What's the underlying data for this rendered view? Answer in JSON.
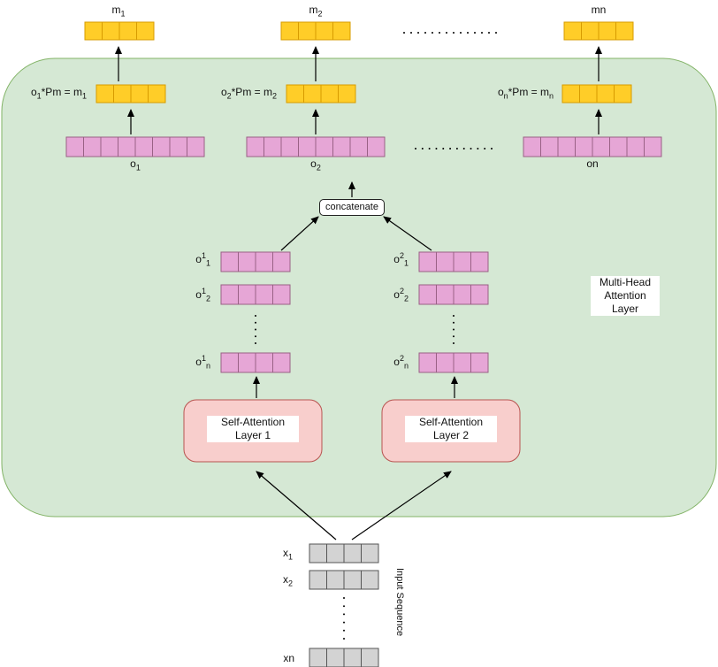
{
  "diagram": {
    "container_label": "Multi-Head Attention Layer",
    "container_label_lines": [
      "Multi-Head",
      "Attention",
      "Layer"
    ],
    "layers": [
      {
        "line1": "Self-Attention",
        "line2": "Layer 1"
      },
      {
        "line1": "Self-Attention",
        "line2": "Layer 2"
      }
    ],
    "concatenate": "concatenate",
    "input_label": "Input Sequence",
    "inputs": [
      {
        "base": "x",
        "sub": "1"
      },
      {
        "base": "x",
        "sub": "2"
      },
      {
        "base": "xn",
        "sub": ""
      }
    ],
    "head1_outputs": [
      {
        "base": "o",
        "sup": "1",
        "sub": "1"
      },
      {
        "base": "o",
        "sup": "1",
        "sub": "2"
      },
      {
        "base": "o",
        "sup": "1",
        "sub": "n"
      }
    ],
    "head2_outputs": [
      {
        "base": "o",
        "sup": "2",
        "sub": "1"
      },
      {
        "base": "o",
        "sup": "2",
        "sub": "2"
      },
      {
        "base": "o",
        "sup": "2",
        "sub": "n"
      }
    ],
    "concat_outputs": [
      {
        "base": "o",
        "sub": "1"
      },
      {
        "base": "o",
        "sub": "2"
      },
      {
        "base": "on",
        "sub": ""
      }
    ],
    "projections": [
      {
        "o": "o",
        "o_sub": "1",
        "mid": "*Pm = m",
        "m_sub": "1"
      },
      {
        "o": "o",
        "o_sub": "2",
        "mid": "*Pm = m",
        "m_sub": "2"
      },
      {
        "o": "o",
        "o_sub": "n",
        "mid": "*Pm = m",
        "m_sub": "n"
      }
    ],
    "final_outputs": [
      {
        "base": "m",
        "sub": "1"
      },
      {
        "base": "m",
        "sub": "2"
      },
      {
        "base": "mn",
        "sub": ""
      }
    ],
    "colors": {
      "container_fill": "#d5e8d4",
      "container_stroke": "#82b366",
      "layer_fill": "#f8cecc",
      "layer_stroke": "#b85450",
      "pink_fill": "#e6a6d6",
      "pink_stroke": "#996185",
      "orange_fill": "#ffcd28",
      "orange_stroke": "#d79b00",
      "gray_fill": "#d3d3d3",
      "gray_stroke": "#555555"
    }
  }
}
